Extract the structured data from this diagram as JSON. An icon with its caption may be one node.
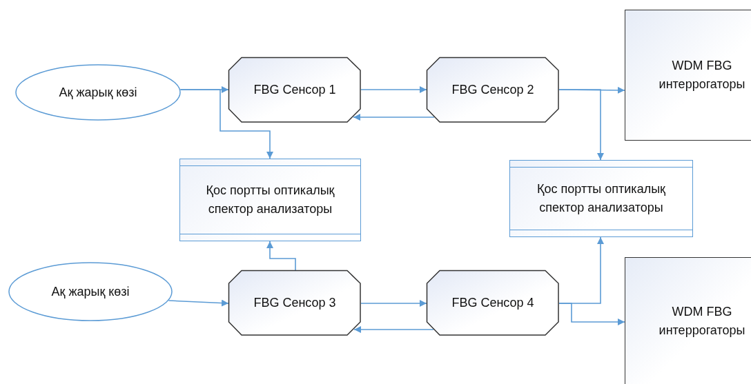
{
  "diagram": {
    "nodes": [
      {
        "text": [
          "Ақ жарық көзі"
        ]
      },
      {
        "text": [
          "FBG Сенсор 1"
        ]
      },
      {
        "text": [
          "FBG Сенсор 2"
        ]
      },
      {
        "text": [
          "WDM FBG интеррогаторы"
        ]
      },
      {
        "text": [
          "Қос портты оптикалық спектор анализаторы"
        ]
      },
      {
        "text": [
          "Қос портты оптикалық спектор анализаторы"
        ]
      },
      {
        "text": [
          "Ақ жарық көзі"
        ]
      },
      {
        "text": [
          "FBG Сенсор 3"
        ]
      },
      {
        "text": [
          "FBG Сенсор 4"
        ]
      },
      {
        "text": [
          "WDM FBG интеррогаторы"
        ]
      }
    ],
    "edges": [
      {
        "from": 0,
        "to": 1,
        "arrow": "to"
      },
      {
        "from": 0,
        "to": 4,
        "arrow": "to"
      },
      {
        "from": 1,
        "to": 2,
        "arrow": "to"
      },
      {
        "from": 2,
        "to": 1,
        "arrow": "to"
      },
      {
        "from": 2,
        "to": 3,
        "arrow": "to"
      },
      {
        "from": 2,
        "to": 5,
        "arrow": "to"
      },
      {
        "from": 6,
        "to": 7,
        "arrow": "to"
      },
      {
        "from": 7,
        "to": 4,
        "arrow": "to"
      },
      {
        "from": 7,
        "to": 8,
        "arrow": "to"
      },
      {
        "from": 8,
        "to": 7,
        "arrow": "to"
      },
      {
        "from": 8,
        "to": 5,
        "arrow": "to"
      },
      {
        "from": 8,
        "to": 9,
        "arrow": "to"
      }
    ]
  }
}
